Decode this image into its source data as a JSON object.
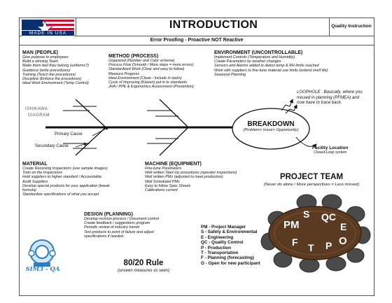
{
  "header": {
    "logo_text": "MADE IN USA",
    "title": "INTRODUCTION",
    "doc_type": "Quality Instruction",
    "subtitle": "Error Proofing - Proactive NOT Reactive"
  },
  "man": {
    "title": "MAN (PEOPLE)",
    "items": [
      "Give purpose to employees",
      "Build a winning Team",
      "Make them feel they belong (uniforms?)",
      "Guidance (write procedures)",
      "Training (Teach the procedures)",
      "Discipline (Enforce the procedures)",
      "Ideal Work Environment (Temp Control)"
    ]
  },
  "method": {
    "title": "METHOD (PROCESS)",
    "items": [
      "Organized (Number and Color scheme)",
      "Process Flow (Smooth / More steps = more errors)",
      "Standardized Work (Clear and easy to follow)",
      "Measure Progress",
      "Ideal Environment (Clean - Include in tasks)",
      "Cycle of Improving (Kaizen) put in to standards",
      "JHA / PPE & Ergonomics Assessment (Prevention)"
    ]
  },
  "environment": {
    "title": "ENVIRONMENT (UNCONTROLLABLE)",
    "items": [
      "Implement Controls (Temperature and Humidity)",
      "Create Parameters by weather changes",
      "Sensors and Alarms added to detect temp & RH limits reached",
      "Work with suppliers to fine-tune material use limits (extend shelf life)",
      "Seasonal Planning"
    ]
  },
  "diagram": {
    "ishikawa_line1": "ISHIKAWA",
    "ishikawa_line2": "DIAGRAM",
    "primary_cause": "Primary Cause",
    "secondary_cause": "Secondary Cause",
    "loophole_line1": "LOOPHOLE : Basically, where you",
    "loophole_line2": "missed in planning (PFMEA) and",
    "loophole_line3": "now have to trace back.",
    "breakdown_title": "BREAKDOWN",
    "breakdown_sub": "(Problem> Issue> Opportunity)",
    "facility_title": "Facility Location",
    "facility_sub": "Closed-Loop system"
  },
  "material": {
    "title": "MATERIAL",
    "items": [
      "Create Receiving Inspections (use sample images)",
      "Train on the Inspections",
      "Hold suppliers to higher standard / Accountable",
      "Audit Suppliers",
      "Develop special products for your application (tweak",
      "formula)",
      "Standardize specifications of what you accept"
    ]
  },
  "machine": {
    "title": "MACHINE (EQUIPMENT)",
    "items": [
      "Fine-tune Parameters",
      "Well written Start-Up procedures (operator inspections)",
      "Well written PMs (adjusted to meet production)",
      "Well Scheduled PMs",
      "Easy to follow Spec Sheets",
      "Calibrations current"
    ]
  },
  "design": {
    "title": "DESIGN (PLANNING)",
    "items": [
      "Develop revision process / Document control",
      "Create feedback / suggestions program",
      "Periodic review of industry trends",
      "Test products to point of failure and adjust",
      "specifications if needed."
    ]
  },
  "project_team": {
    "title": "PROJECT TEAM",
    "subtitle": "(Never do alone / More perspectives = Less missed)",
    "legend": [
      "PM - Project Manager",
      "S - Safety & Environmental",
      "E - Engineering",
      "QC - Quality Control",
      "P - Production",
      "T - Transportation",
      "F - Planning (forecasting)",
      "O - Open for new participant"
    ],
    "table_letters": {
      "pm": "PM",
      "s": "S",
      "qc": "QC",
      "e": "E",
      "f": "F",
      "t": "T",
      "p": "P",
      "o": "O"
    }
  },
  "rule": {
    "title": "80/20 Rule",
    "subtitle": "(unseen measures vs seen)"
  },
  "logo": {
    "badge_text": "SIM3 - QA"
  },
  "colors": {
    "flag_blue": "#0b2e6f",
    "flag_red": "#c8102e",
    "table_wood": "#5b3a22",
    "chair_gray": "#4a4a4a",
    "badge_blue": "#2a7fc1"
  }
}
